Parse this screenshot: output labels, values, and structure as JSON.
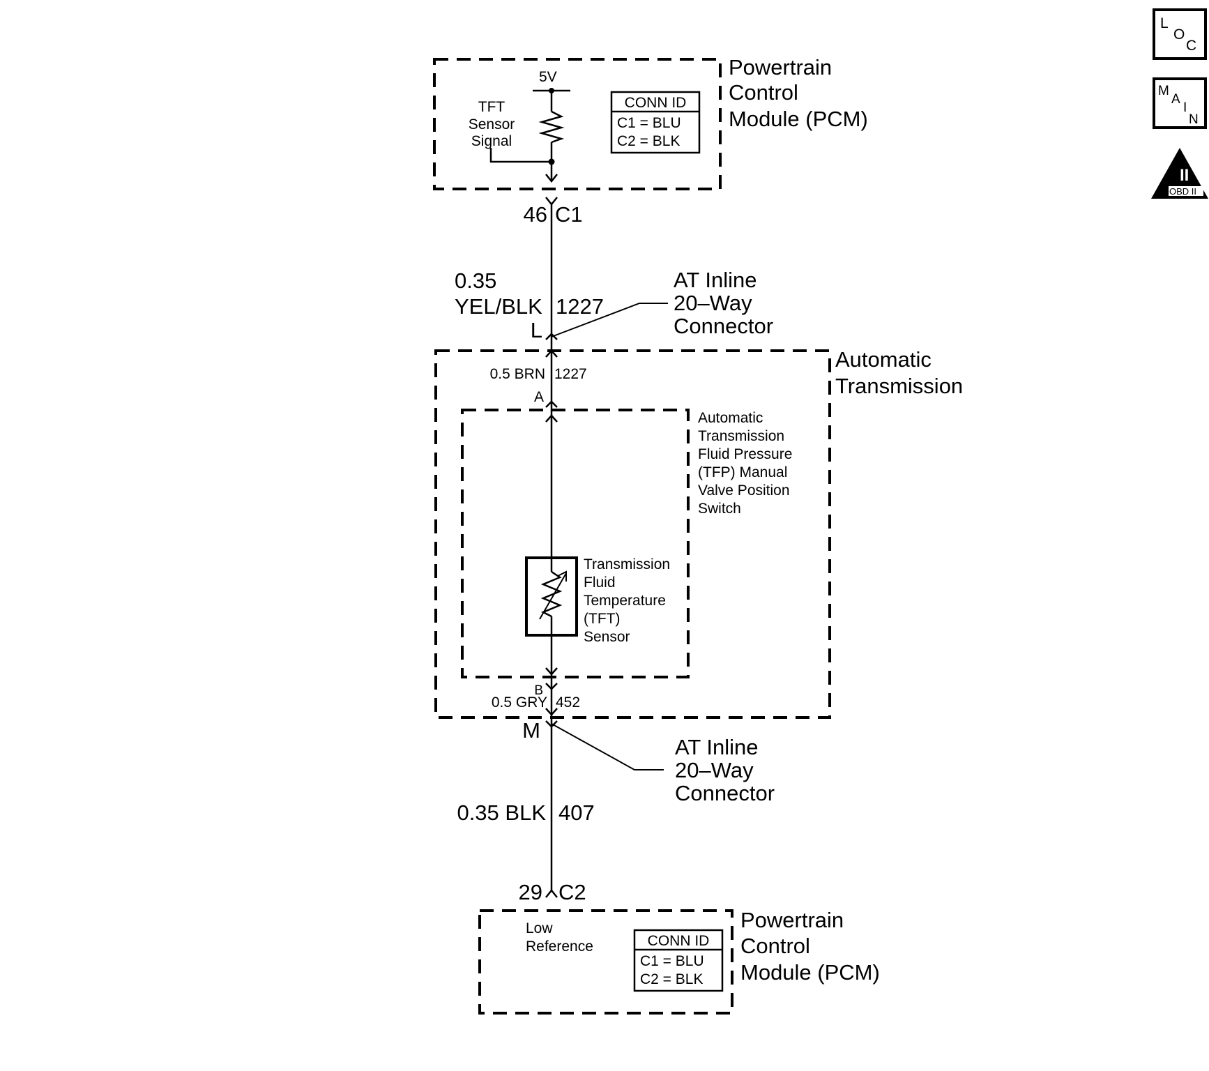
{
  "nav_icons": {
    "loc": [
      "L",
      "O",
      "C"
    ],
    "main": [
      "M",
      "A",
      "I",
      "N"
    ],
    "obd": {
      "numeral": "II",
      "label": "OBD II"
    }
  },
  "pcm_top": {
    "title_lines": [
      "Powertrain",
      "Control",
      "Module (PCM)"
    ],
    "voltage": "5V",
    "signal_lines": [
      "TFT",
      "Sensor",
      "Signal"
    ],
    "conn_id": {
      "header": "CONN ID",
      "rows": [
        "C1 = BLU",
        "C2 = BLK"
      ]
    }
  },
  "pin_c1": {
    "pin": "46",
    "connector": "C1"
  },
  "wire_upper": {
    "size": "0.35",
    "color": "YEL/BLK",
    "circuit": "1227"
  },
  "inline_top": {
    "pin": "L",
    "label_lines": [
      "AT Inline",
      "20–Way",
      "Connector"
    ]
  },
  "auto_trans": {
    "title_lines": [
      "Automatic",
      "Transmission"
    ],
    "wire_a": {
      "label": "0.5 BRN",
      "circuit": "1227",
      "pin": "A"
    },
    "tfp_switch_lines": [
      "Automatic",
      "Transmission",
      "Fluid Pressure",
      "(TFP) Manual",
      "Valve Position",
      "Switch"
    ],
    "tft_sensor_lines": [
      "Transmission",
      "Fluid",
      "Temperature",
      "(TFT)",
      "Sensor"
    ],
    "wire_b": {
      "label": "0.5 GRY",
      "circuit": "452",
      "pin": "B"
    }
  },
  "inline_bottom": {
    "pin": "M",
    "label_lines": [
      "AT Inline",
      "20–Way",
      "Connector"
    ]
  },
  "wire_lower": {
    "label": "0.35 BLK",
    "circuit": "407"
  },
  "pin_c2": {
    "pin": "29",
    "connector": "C2"
  },
  "pcm_bottom": {
    "title_lines": [
      "Powertrain",
      "Control",
      "Module (PCM)"
    ],
    "ref_lines": [
      "Low",
      "Reference"
    ],
    "conn_id": {
      "header": "CONN ID",
      "rows": [
        "C1 = BLU",
        "C2 = BLK"
      ]
    }
  }
}
